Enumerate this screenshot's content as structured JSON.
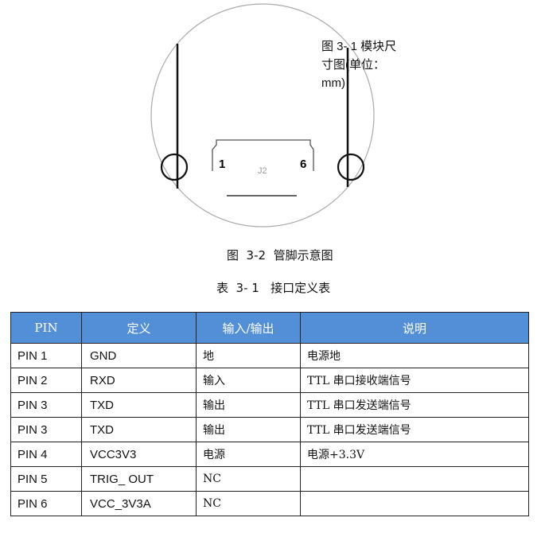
{
  "figure": {
    "label_line1": "图  3- 1 模块尺",
    "label_line2": "寸图(单位：",
    "label_line3": "mm)",
    "pin_left": "1",
    "pin_right": "6",
    "connector": "J2",
    "caption": "图  3-2  管脚示意图"
  },
  "table": {
    "caption": "表  3- 1   接口定义表",
    "headers": [
      "PIN",
      "定义",
      "输入/输出",
      "说明"
    ],
    "rows": [
      [
        "PIN 1",
        "GND",
        "地",
        "电源地"
      ],
      [
        "PIN 2",
        "RXD",
        "输入",
        "TTL  串口接收端信号"
      ],
      [
        "PIN 3",
        "TXD",
        "输出",
        "TTL  串口发送端信号"
      ],
      [
        "PIN 3",
        "TXD",
        "输出",
        "TTL  串口发送端信号"
      ],
      [
        "PIN 4",
        "VCC3V3",
        "电源",
        "电源+3.3V"
      ],
      [
        "PIN 5",
        "TRIG_ OUT",
        "NC",
        ""
      ],
      [
        "PIN 6",
        "VCC_3V3A",
        "NC",
        ""
      ]
    ],
    "header_color": "#538fd6"
  }
}
